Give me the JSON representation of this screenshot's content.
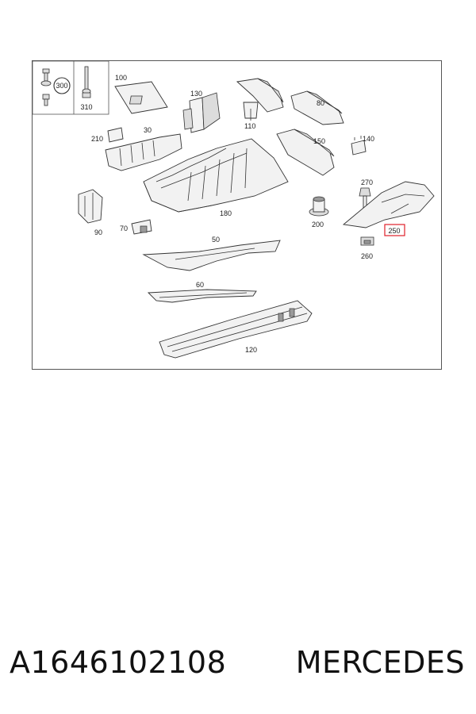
{
  "diagram": {
    "labels": {
      "p300": "300",
      "p310": "310",
      "p100": "100",
      "p130": "130",
      "p110": "110",
      "p80": "80",
      "p210": "210",
      "p30": "30",
      "p150": "150",
      "p140": "140",
      "p270": "270",
      "p90": "90",
      "p180": "180",
      "p200": "200",
      "p70": "70",
      "p250": "250",
      "p50": "50",
      "p260": "260",
      "p60": "60",
      "p120": "120"
    },
    "highlight_color": "#e0202a"
  },
  "caption": {
    "part_number": "A1646102108",
    "brand": "MERCEDES"
  }
}
